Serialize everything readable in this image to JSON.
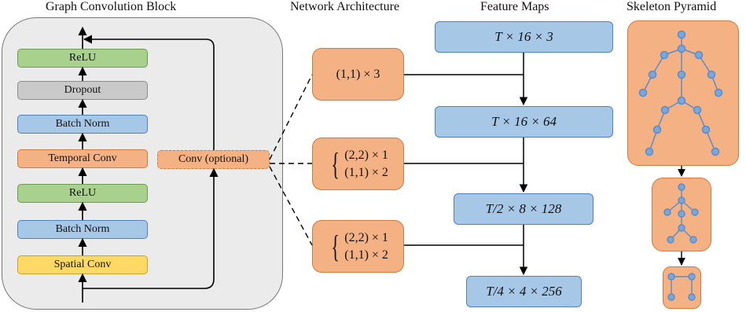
{
  "titles": {
    "block": "Graph Convolution Block",
    "network": "Network Architecture",
    "features": "Feature Maps",
    "skeleton": "Skeleton Pyramid"
  },
  "block_layers": [
    {
      "label": "ReLU",
      "color": "green"
    },
    {
      "label": "Dropout",
      "color": "gray"
    },
    {
      "label": "Batch Norm",
      "color": "blue"
    },
    {
      "label": "Temporal Conv",
      "color": "orange"
    },
    {
      "label": "ReLU",
      "color": "green"
    },
    {
      "label": "Batch Norm",
      "color": "blue"
    },
    {
      "label": "Spatial Conv",
      "color": "yellow"
    }
  ],
  "optional_conv": "Conv (optional)",
  "network": [
    {
      "lines": [
        "(1,1) × 3"
      ]
    },
    {
      "lines": [
        "(2,2) × 1",
        "(1,1) × 2"
      ]
    },
    {
      "lines": [
        "(2,2) × 1",
        "(1,1) × 2"
      ]
    }
  ],
  "feature_maps": [
    "T × 16 × 3",
    "T × 16 × 64",
    "T/2 × 8 × 128",
    "T/4 × 4 × 256"
  ],
  "colors": {
    "green": "#a9d18e",
    "gray": "#c9c9c9",
    "blue": "#a7c7e7",
    "orange": "#f4b183",
    "yellow": "#ffd966",
    "joint": "#7aa6d9",
    "bone": "#5b8cc9"
  }
}
